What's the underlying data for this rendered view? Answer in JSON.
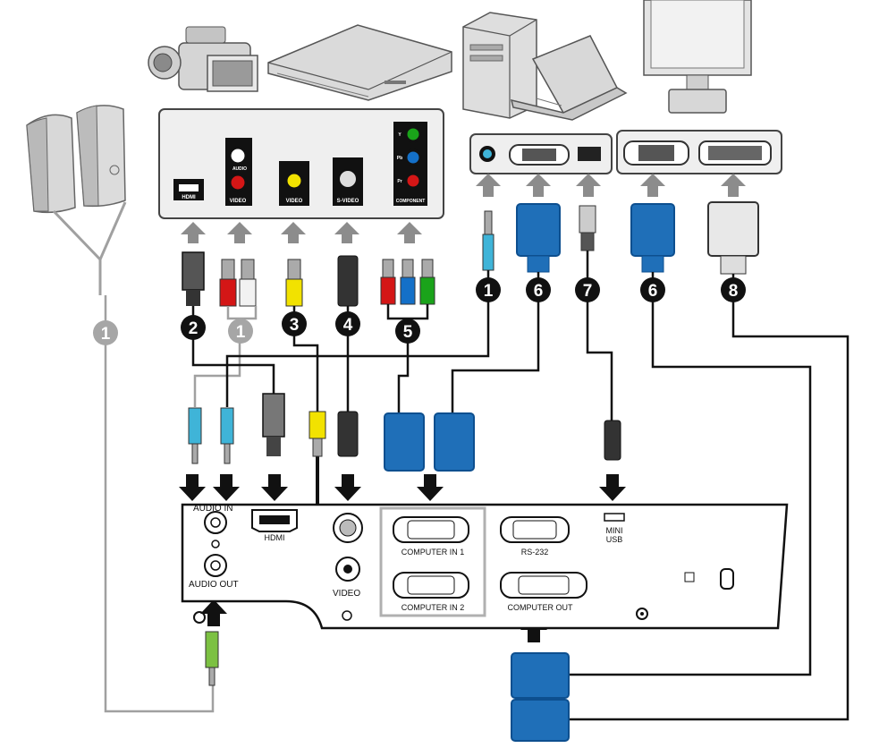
{
  "colors": {
    "cable_dark": "#1a1a1a",
    "cable_gray": "#9a9a9a",
    "vga_blue": "#1f6fb8",
    "vga_blue_dark": "#0d4f8f",
    "rca_red": "#d41616",
    "rca_white": "#f2f2f2",
    "rca_yellow": "#f2e200",
    "rca_green": "#1aa31a",
    "rca_blue": "#1470c8",
    "jack_cyan": "#3fb4d8",
    "jack_green": "#7cc142",
    "arrow_gray": "#8c8c8c",
    "panel_fill": "#efefef",
    "badge_black": "#111111",
    "badge_gray": "#a6a6a6"
  },
  "source_panel": {
    "hdmi": "HDMI",
    "audio": "AUDIO",
    "video": "VIDEO",
    "video2": "VIDEO",
    "svideo": "S-VIDEO",
    "component": "COMPONENT",
    "y": "Y",
    "pb": "Pb",
    "pr": "Pr"
  },
  "projector_panel": {
    "audio_in": "AUDIO IN",
    "audio_out": "AUDIO OUT",
    "hdmi": "HDMI",
    "video": "VIDEO",
    "computer_in_1": "COMPUTER IN 1",
    "computer_in_2": "COMPUTER IN 2",
    "rs232": "RS-232",
    "computer_out": "COMPUTER OUT",
    "mini_usb_1": "MINI",
    "mini_usb_2": "USB"
  },
  "badges": {
    "audio_cable_left": "1",
    "hdmi_cable": "2",
    "audio_cable_mid": "1",
    "video_cable": "3",
    "svideo_cable": "4",
    "component_cable": "5",
    "audio_cable_pc": "1",
    "vga_cable_pc": "6",
    "usb_cable": "7",
    "vga_cable_monitor": "6",
    "dvi_cable": "8"
  },
  "icons": {
    "speakers": "speakers-icon",
    "camcorder": "camcorder-icon",
    "dvd_player": "dvd-player-icon",
    "desktop_pc": "desktop-pc-icon",
    "laptop": "laptop-icon",
    "monitor": "monitor-icon",
    "lock": "kensington-lock-icon"
  }
}
